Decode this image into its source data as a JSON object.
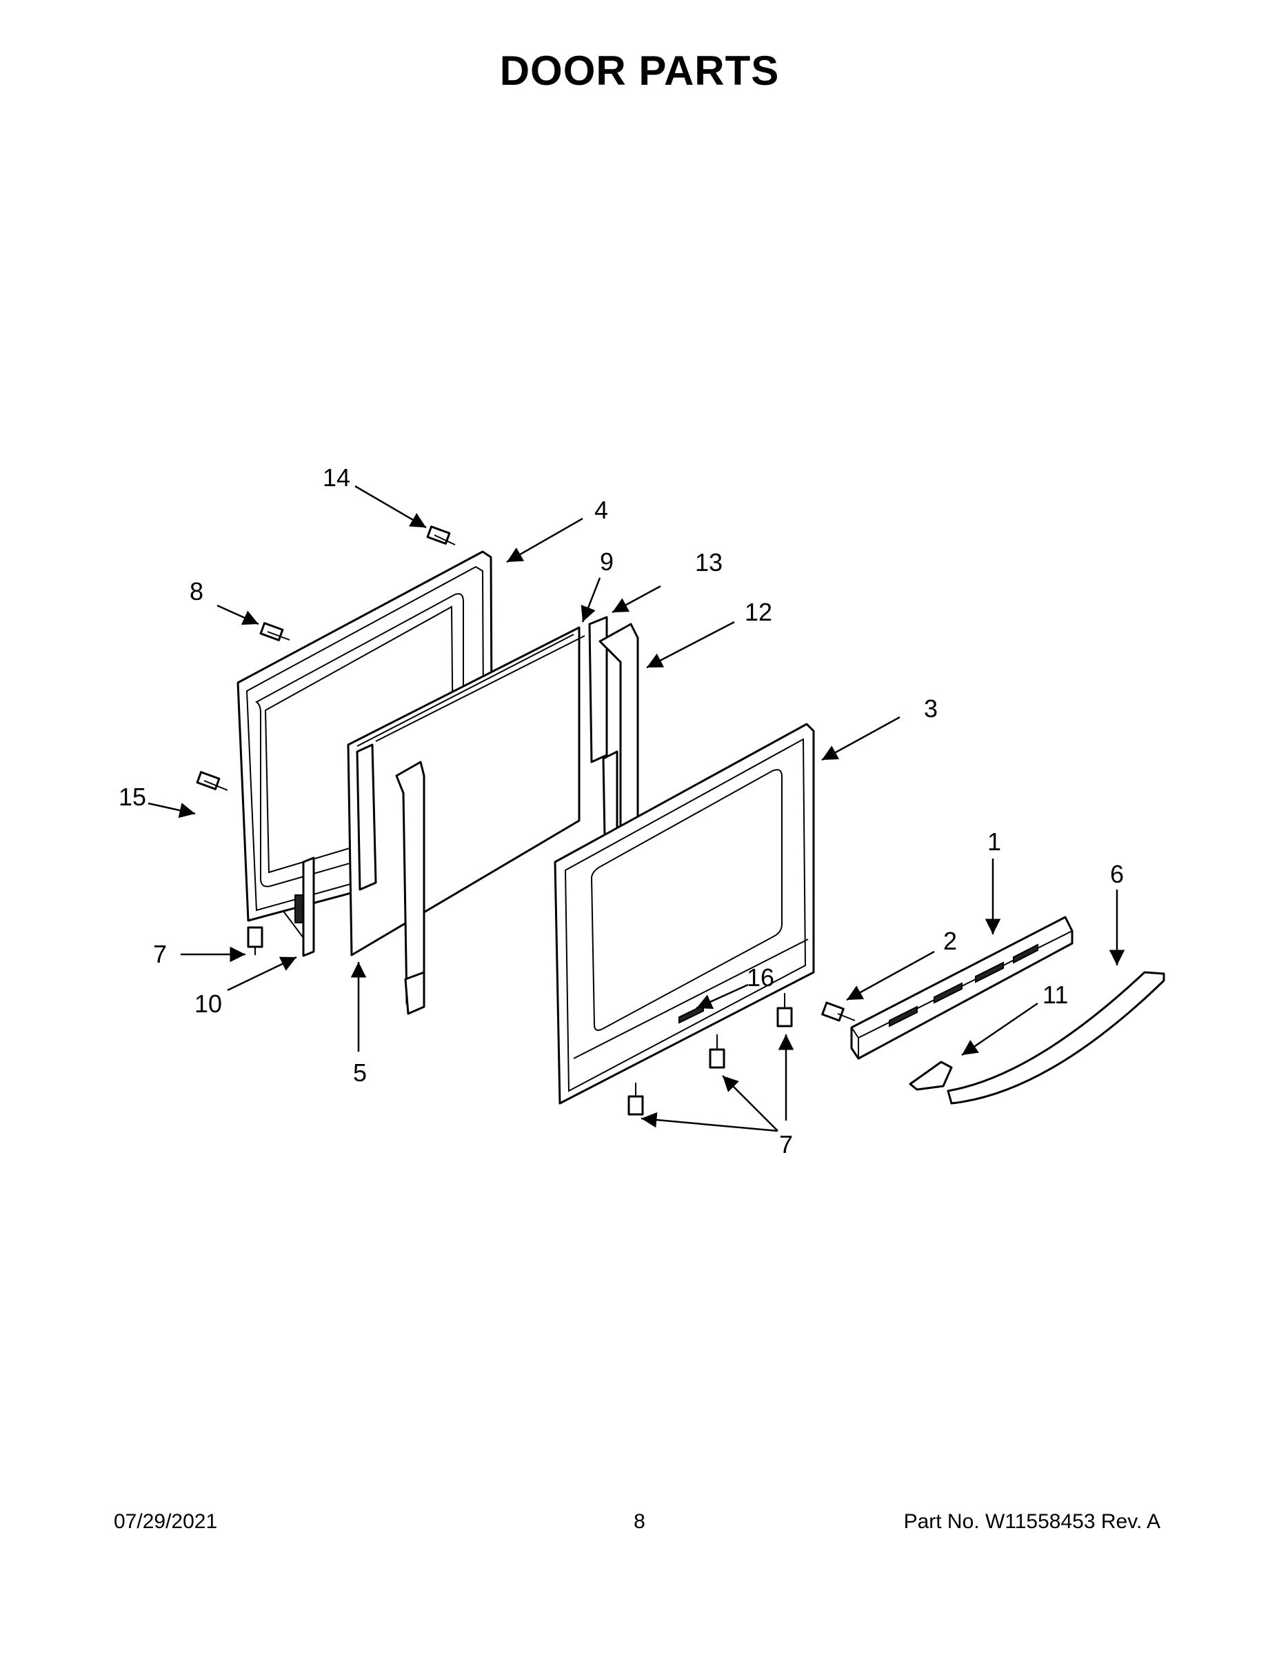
{
  "title": "DOOR PARTS",
  "callouts": {
    "c1": "1",
    "c2": "2",
    "c3": "3",
    "c4": "4",
    "c5": "5",
    "c6": "6",
    "c7a": "7",
    "c7b": "7",
    "c8": "8",
    "c9": "9",
    "c10": "10",
    "c11": "11",
    "c12": "12",
    "c13": "13",
    "c14": "14",
    "c15": "15",
    "c16": "16"
  },
  "footer": {
    "date": "07/29/2021",
    "page": "8",
    "part_number": "Part No.  W11558453  Rev.  A"
  }
}
